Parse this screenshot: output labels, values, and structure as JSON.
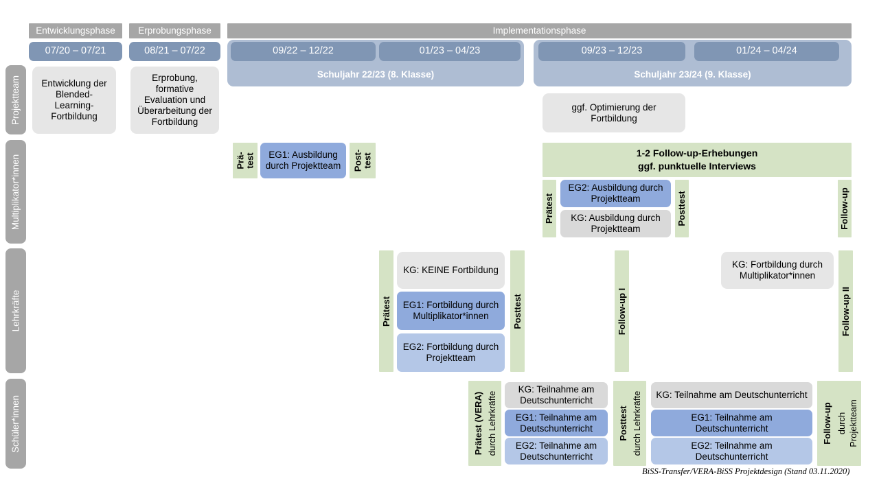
{
  "title": "BiSS-Transfer/VERA-BiSS Projektdesign",
  "colors": {
    "phase_grey": "#a6a6a6",
    "date_blue": "#8096b4",
    "year_band": "#aebdd3",
    "green": "#d5e3c5",
    "eg1_blue": "#8faadc",
    "eg2_blue": "#b4c7e7",
    "kg_grey": "#d9d9d9",
    "soft_grey": "#e6e6e6"
  },
  "phases": [
    {
      "label": "Entwicklungsphase"
    },
    {
      "label": "Erprobungsphase"
    },
    {
      "label": "Implementationsphase"
    }
  ],
  "date_bars": [
    {
      "label": "07/20 – 07/21"
    },
    {
      "label": "08/21 – 07/22"
    },
    {
      "label": "09/22 – 12/22"
    },
    {
      "label": "01/23 – 04/23"
    },
    {
      "label": "09/23 – 12/23"
    },
    {
      "label": "01/24 – 04/24"
    }
  ],
  "school_years": [
    {
      "label": "Schuljahr 22/23 (8. Klasse)"
    },
    {
      "label": "Schuljahr 23/24 (9. Klasse)"
    }
  ],
  "row_labels": [
    {
      "label": "Projektteam"
    },
    {
      "label": "Multiplikator*innen"
    },
    {
      "label": "Lehrkräfte"
    },
    {
      "label": "Schüler*innen"
    }
  ],
  "projektteam": {
    "entwicklung": "Entwicklung der Blended-Learning-Fortbildung",
    "erprobung": "Erprobung, formative Evaluation und Überarbeitung der Fortbildung",
    "optimierung": "ggf. Optimierung der Fortbildung"
  },
  "multiplikatoren": {
    "praetest_1_line1": "Prä-",
    "praetest_1_line2": "test",
    "posttest_1_line1": "Post-",
    "posttest_1_line2": "test",
    "eg1_ausbildung": "EG1: Ausbildung durch Projektteam",
    "followup_banner_line1": "1-2 Follow-up-Erhebungen",
    "followup_banner_line2": "ggf. punktuelle Interviews",
    "praetest_2": "Prätest",
    "posttest_2": "Posttest",
    "followup": "Follow-up",
    "eg2_ausbildung": "EG2: Ausbildung durch Projektteam",
    "kg_ausbildung": "KG: Ausbildung durch Projektteam"
  },
  "lehrkraefte": {
    "praetest": "Prätest",
    "posttest": "Posttest",
    "followup_1": "Follow-up I",
    "followup_2": "Follow-up II",
    "kg_keine": "KG:  KEINE Fortbildung",
    "eg1": "EG1: Fortbildung durch Multiplikator*innen",
    "eg2": "EG2: Fortbildung durch Projektteam",
    "kg_multi": "KG: Fortbildung durch Multiplikator*innen"
  },
  "schueler": {
    "praetest_bold": "Prätest (VERA)",
    "praetest_reg": "durch Lehrkräfte",
    "posttest_bold": "Posttest",
    "posttest_reg": "durch Lehrkräfte",
    "followup_bold": "Follow-up",
    "followup_reg1": "durch",
    "followup_reg2": "Projektteam",
    "kg": "KG: Teilnahme am Deutschunterricht",
    "eg1": "EG1: Teilnahme am Deutschunterricht",
    "eg2": "EG2: Teilnahme am Deutschunterricht"
  },
  "footer": "BiSS-Transfer/VERA-BiSS Projektdesign (Stand 03.11.2020)"
}
